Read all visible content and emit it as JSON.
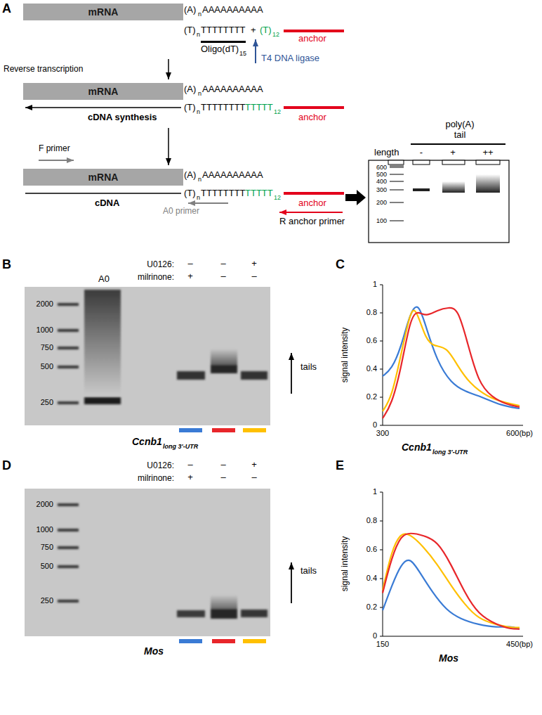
{
  "diagram": {
    "nodes": [
      {
        "text": [
          "mRNA"
        ]
      },
      {
        "text": [
          "mRNA"
        ]
      },
      {
        "text": [
          "mRNA"
        ]
      }
    ],
    "labels": [
      "A",
      "(A)",
      "n",
      "AAAAAAAAAA",
      "(T)",
      "n",
      "TTTTTTTT",
      "+",
      "(T)",
      "12",
      "anchor",
      "Oligo(dT)",
      "15",
      "T4 DNA ligase",
      "Reverse transcription",
      "(A)",
      "n",
      "AAAAAAAAAA",
      "cDNA synthesis",
      "(T)",
      "n",
      "TTTTTTTT",
      "TTTTT",
      "12",
      "anchor",
      "F primer",
      "(A)",
      "n",
      "AAAAAAAAAA",
      "cDNA",
      "(T)",
      "n",
      "TTTTTTTT",
      "TTTTT",
      "12",
      "anchor",
      "A0 primer",
      "R anchor primer",
      "poly(A) tail",
      "length",
      "-",
      "+",
      "++",
      "600",
      "500",
      "400",
      "300",
      "200",
      "100",
      "B",
      "U0126:",
      "milrinone:",
      "A0",
      "–",
      "–",
      "+",
      "+",
      "–",
      "–",
      "2000",
      "1000",
      "750",
      "500",
      "250",
      "tails",
      "Ccnb1",
      "long 3'-UTR",
      "C",
      "signal intensity",
      "1",
      "0.8",
      "0.6",
      "0.4",
      "0.2",
      "0",
      "300",
      "600(bp)",
      "Ccnb1",
      "long 3'-UTR",
      "D",
      "U0126:",
      "milrinone:",
      "–",
      "–",
      "+",
      "+",
      "–",
      "–",
      "2000",
      "1000",
      "750",
      "500",
      "250",
      "tails",
      "Mos",
      "E",
      "signal intensity",
      "1",
      "0.8",
      "0.6",
      "0.4",
      "0.2",
      "0",
      "150",
      "450(bp)",
      "Mos"
    ]
  }
}
